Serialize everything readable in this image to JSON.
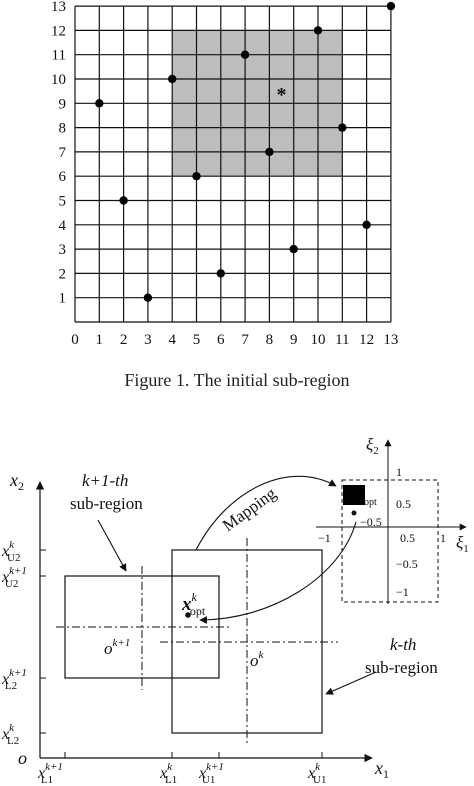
{
  "figure1": {
    "caption": "Figure 1. The initial sub-region",
    "chart_data": {
      "type": "scatter",
      "xlim": [
        0,
        13
      ],
      "ylim": [
        0,
        13
      ],
      "x_ticks": [
        "0",
        "1",
        "2",
        "3",
        "4",
        "5",
        "6",
        "7",
        "8",
        "9",
        "10",
        "11",
        "12",
        "13"
      ],
      "y_ticks": [
        "1",
        "2",
        "3",
        "4",
        "5",
        "6",
        "7",
        "8",
        "9",
        "10",
        "11",
        "12",
        "13"
      ],
      "grid": true,
      "shaded_region": {
        "x": [
          4,
          11
        ],
        "y": [
          6,
          12
        ],
        "color": "#bdbdbd"
      },
      "points": [
        {
          "x": 1,
          "y": 9
        },
        {
          "x": 2,
          "y": 5
        },
        {
          "x": 3,
          "y": 1
        },
        {
          "x": 4,
          "y": 10
        },
        {
          "x": 5,
          "y": 6
        },
        {
          "x": 6,
          "y": 2
        },
        {
          "x": 7,
          "y": 11
        },
        {
          "x": 8,
          "y": 7
        },
        {
          "x": 9,
          "y": 3
        },
        {
          "x": 10,
          "y": 12
        },
        {
          "x": 11,
          "y": 8
        },
        {
          "x": 12,
          "y": 4
        },
        {
          "x": 13,
          "y": 13
        }
      ],
      "marker": {
        "x": 8.5,
        "y": 9.5,
        "symbol": "*"
      }
    }
  },
  "figure2": {
    "axis_x1": "x",
    "axis_x1_sub": "1",
    "axis_x2": "x",
    "axis_x2_sub": "2",
    "origin": "o",
    "region_k1_label_line1": "k+1-th",
    "region_k1_label_line2": "sub-region",
    "region_k_label_line1": "k-th",
    "region_k_label_line2": "sub-region",
    "mapping_label": "Mapping",
    "x_opt": "x",
    "x_opt_sup": "k",
    "x_opt_sub": "opt",
    "o_k1": "o",
    "o_k1_sup": "k+1",
    "o_k": "o",
    "o_k_sup": "k",
    "ylabels": [
      {
        "sup": "k",
        "sub": "U2"
      },
      {
        "sup": "k+1",
        "sub": "U2"
      },
      {
        "sup": "k+1",
        "sub": "L2"
      },
      {
        "sup": "k",
        "sub": "L2"
      }
    ],
    "xlabels": [
      {
        "sup": "k+1",
        "sub": "L1"
      },
      {
        "sup": "k",
        "sub": "L1"
      },
      {
        "sup": "k+1",
        "sub": "U1"
      },
      {
        "sup": "k",
        "sub": "U1"
      }
    ],
    "inset": {
      "xi1": "ξ",
      "xi1_sub": "1",
      "xi2": "ξ",
      "xi2_sub": "2",
      "ticks_x": [
        "−1",
        "0.5",
        "1"
      ],
      "ticks_y": [
        "1",
        "0.5",
        "−0.5",
        "−1"
      ],
      "ticks_x_extra": [
        "−0.5"
      ],
      "opt_sub": "opt"
    }
  }
}
